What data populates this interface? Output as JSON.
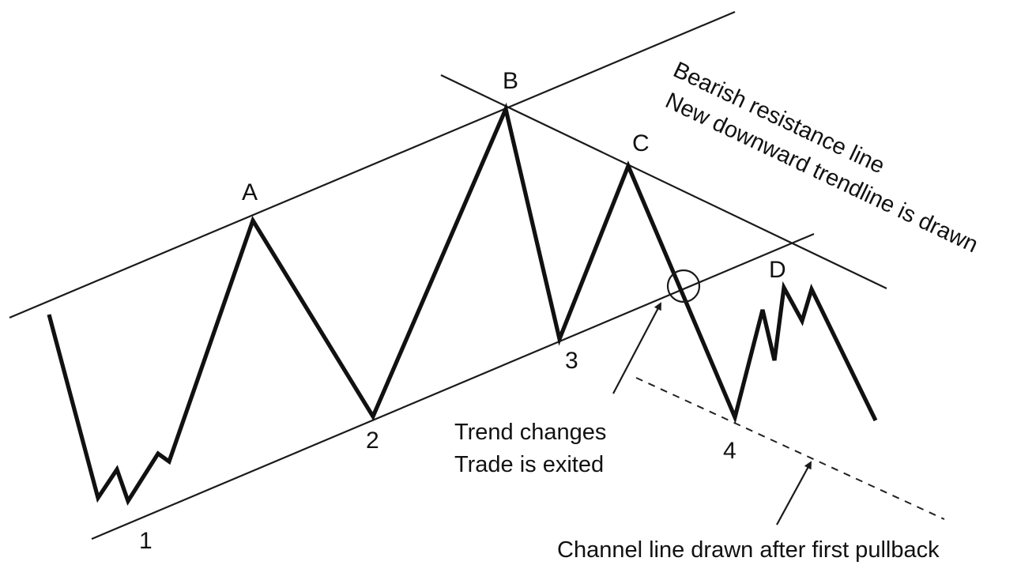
{
  "labels": {
    "point_1": "1",
    "point_2": "2",
    "point_3": "3",
    "point_4": "4",
    "point_a": "A",
    "point_b": "B",
    "point_c": "C",
    "point_d": "D"
  },
  "annotations": {
    "bearish_resistance": "Bearish resistance line",
    "new_downward_trendline": "New downward trendline is drawn",
    "trend_changes": "Trend changes",
    "trade_exited": "Trade is exited",
    "channel_line": "Channel line drawn after first pullback"
  }
}
